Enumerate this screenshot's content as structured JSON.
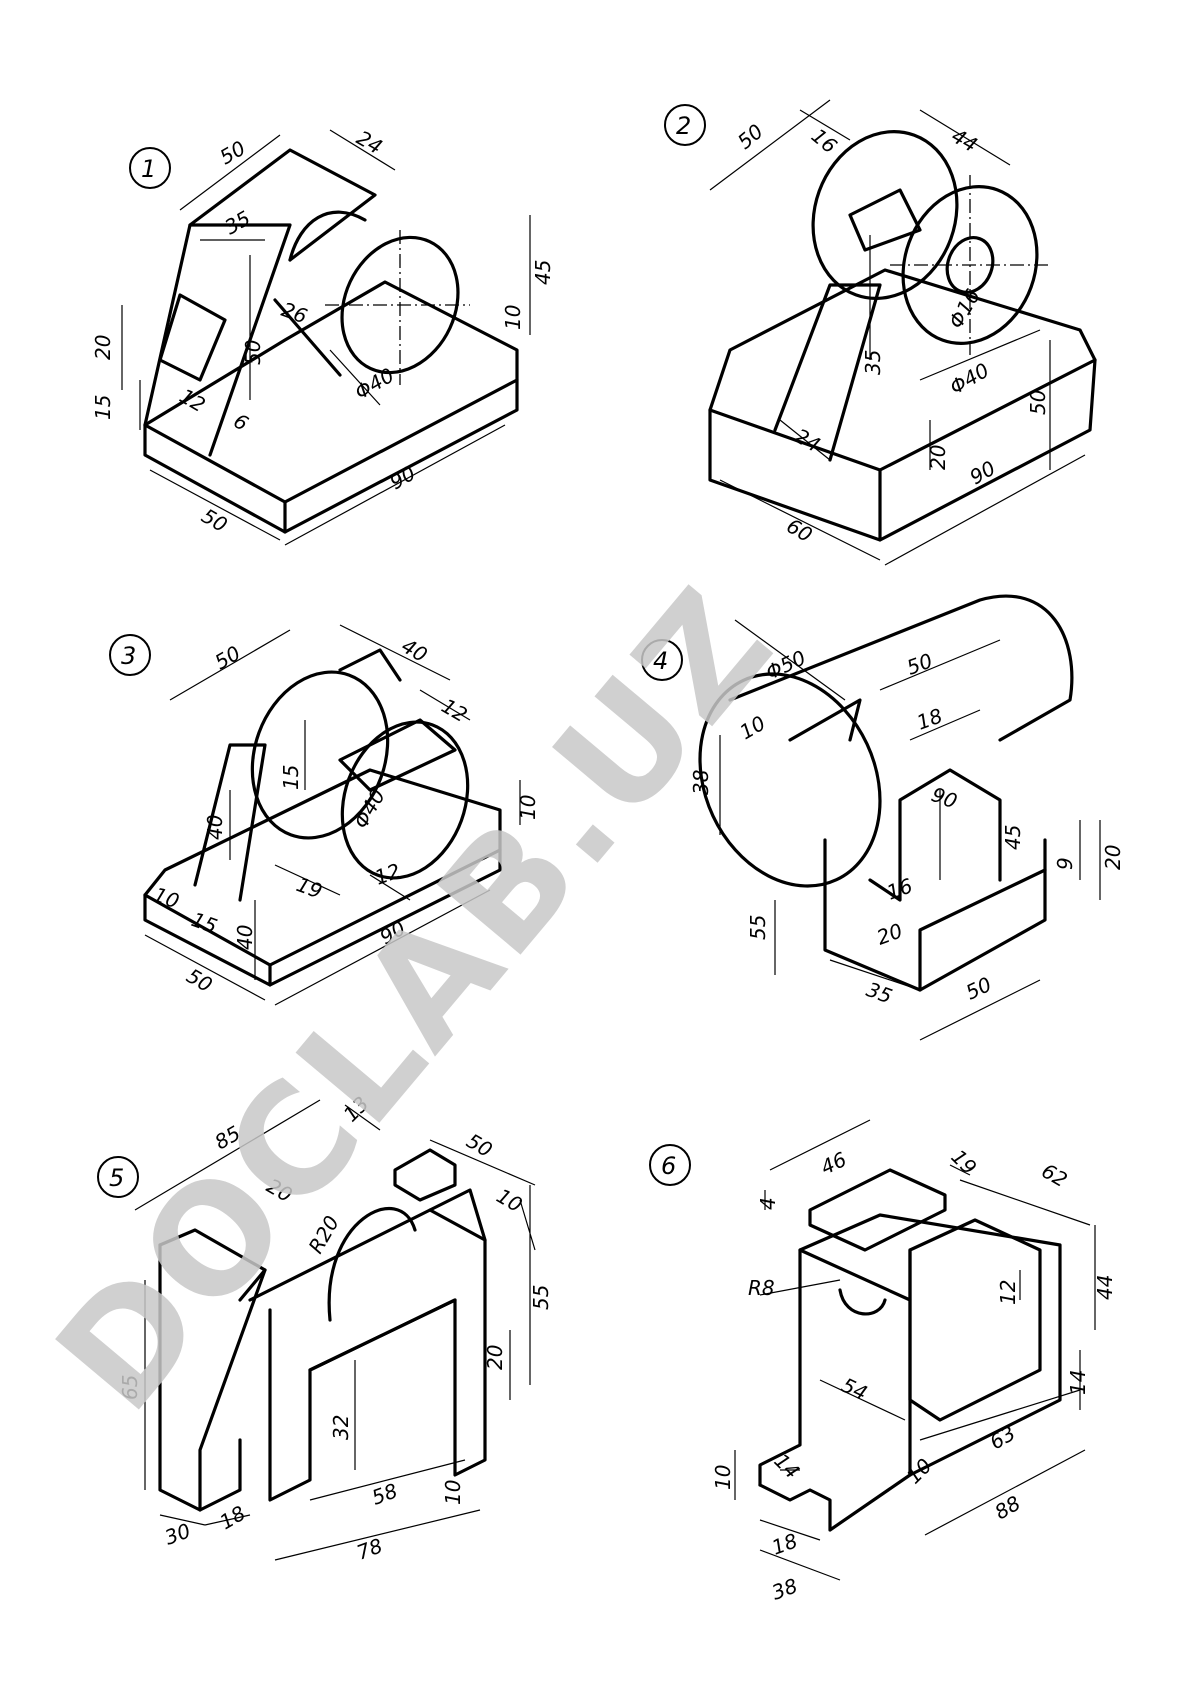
{
  "watermark": "DOCLAB.UZ",
  "figures": [
    {
      "number": "1",
      "dimensions": [
        "50",
        "24",
        "35",
        "45",
        "26",
        "20",
        "50",
        "10",
        "15",
        "12",
        "6",
        "Φ40",
        "50",
        "90"
      ]
    },
    {
      "number": "2",
      "dimensions": [
        "50",
        "16",
        "44",
        "Φ16",
        "35",
        "Φ40",
        "24",
        "50",
        "20",
        "90",
        "60"
      ]
    },
    {
      "number": "3",
      "dimensions": [
        "50",
        "40",
        "12",
        "15",
        "40",
        "Φ40",
        "10",
        "10",
        "19",
        "12",
        "15",
        "40",
        "90",
        "50"
      ]
    },
    {
      "number": "4",
      "dimensions": [
        "Φ50",
        "50",
        "10",
        "38",
        "18",
        "90",
        "45",
        "9",
        "20",
        "16",
        "20",
        "55",
        "35",
        "50"
      ]
    },
    {
      "number": "5",
      "dimensions": [
        "85",
        "13",
        "50",
        "20",
        "R20",
        "10",
        "20",
        "55",
        "65",
        "32",
        "58",
        "10",
        "78",
        "30",
        "18"
      ]
    },
    {
      "number": "6",
      "dimensions": [
        "46",
        "19",
        "62",
        "4",
        "R8",
        "12",
        "44",
        "54",
        "14",
        "10",
        "14",
        "10",
        "63",
        "18",
        "88",
        "38"
      ]
    }
  ]
}
